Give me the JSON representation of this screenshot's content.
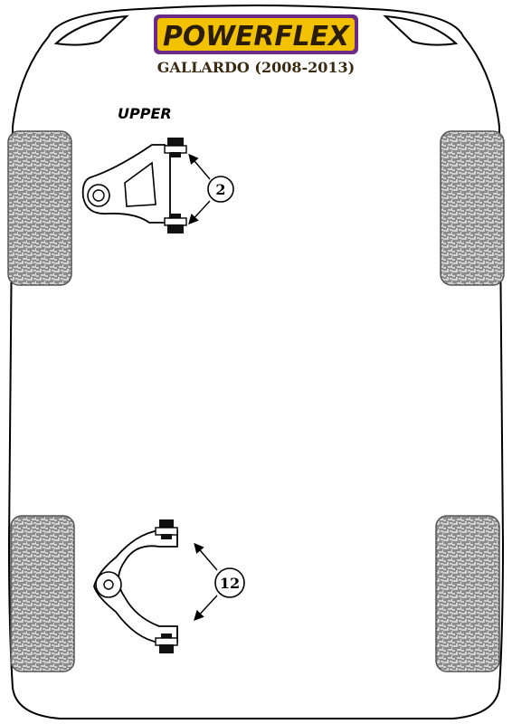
{
  "brand": {
    "logo_text": "POWERFLEX",
    "model": "GALLARDO (2008-2013)",
    "colors": {
      "logo_fill": "#f2c200",
      "logo_border": "#6a2a88",
      "logo_text": "#2b1d05"
    }
  },
  "sections": {
    "upper_label": "UPPER"
  },
  "callouts": {
    "upper_number": "2",
    "lower_number": "12"
  },
  "colors": {
    "outline": "#000000",
    "tyre_fill": "#8c8c8c",
    "tyre_tread": "#dcdcdc",
    "arm_fill": "#ffffff",
    "bush_fill": "#1a1a1a"
  },
  "icons": [
    "car-body-outline",
    "tyre-icon",
    "wishbone-arm-icon",
    "bush-icon",
    "callout-arrow-icon"
  ]
}
